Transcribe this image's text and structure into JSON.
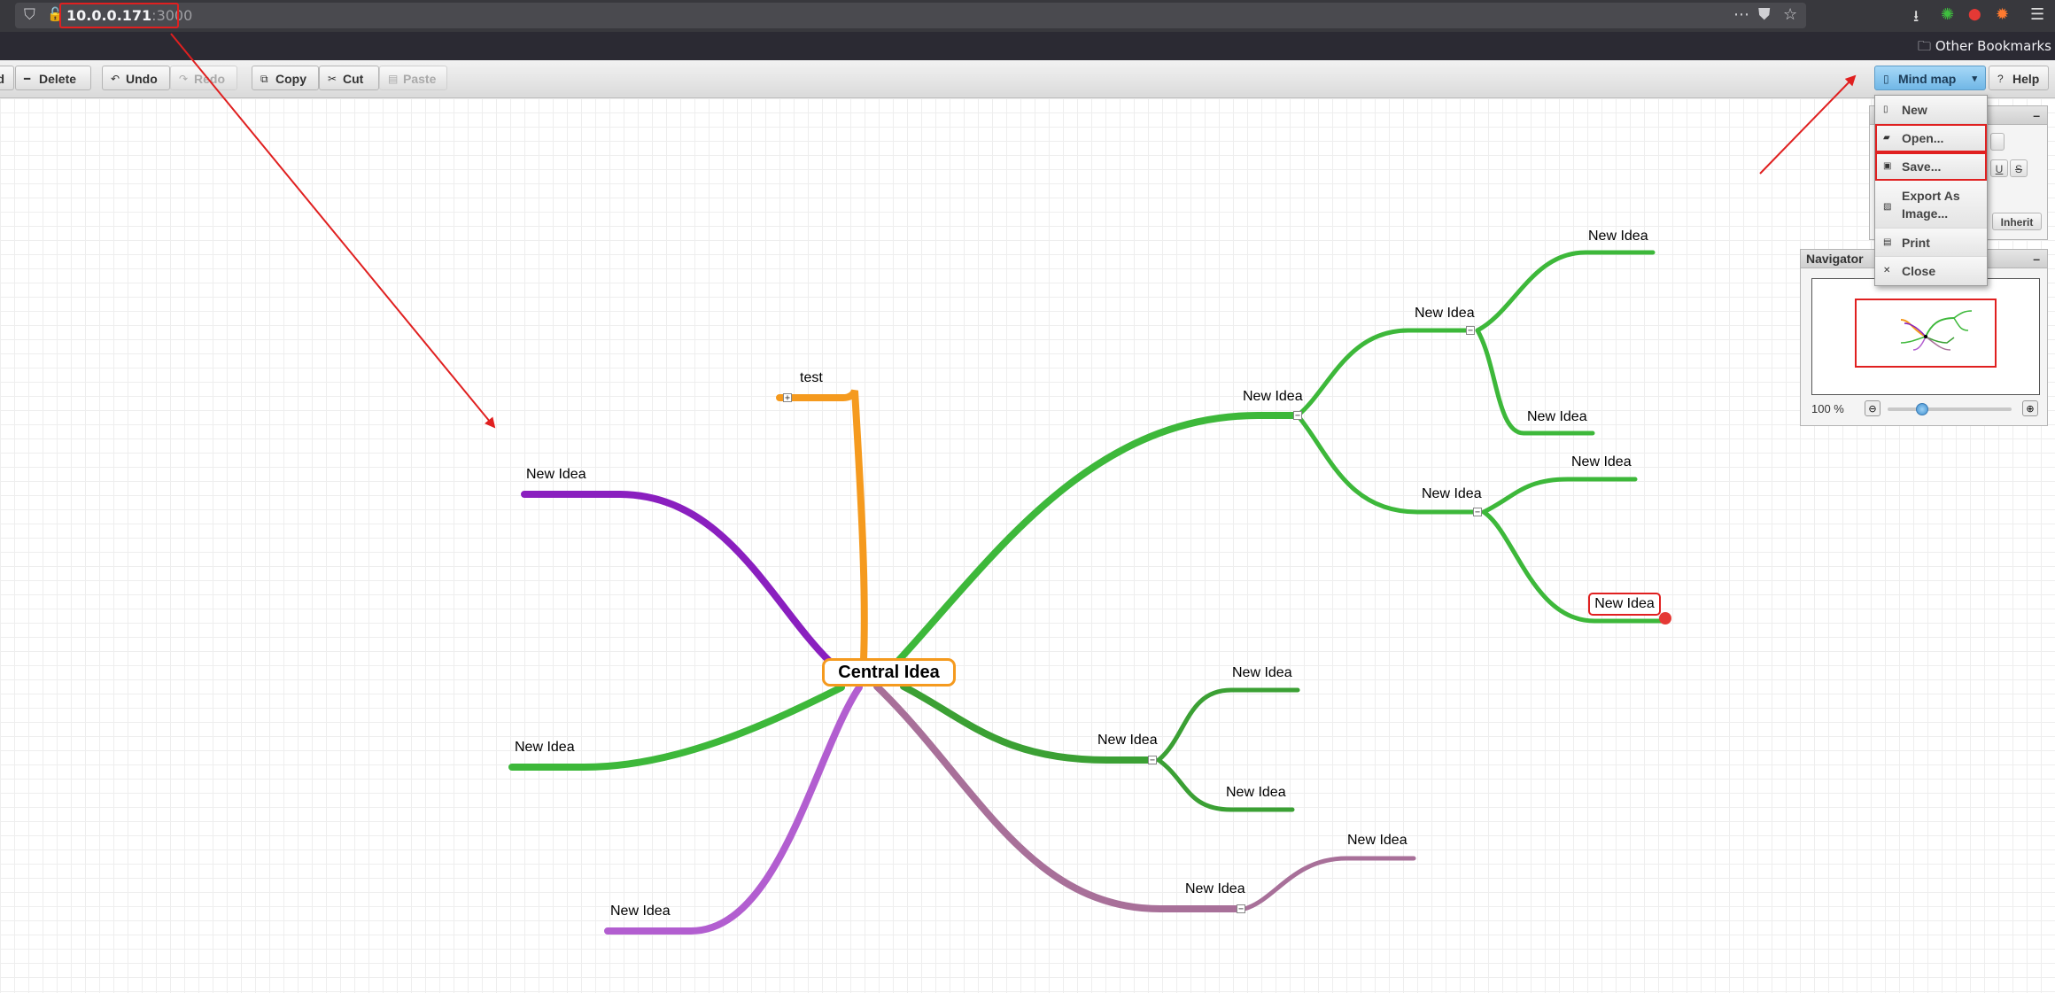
{
  "browser": {
    "url_host": "10.0.0.171",
    "url_port": ":3000",
    "bookmarks_label": "Other Bookmarks",
    "icons": [
      "shield-icon",
      "insecure-lock-icon",
      "more-icon",
      "pocket-icon",
      "star-icon",
      "download-icon",
      "extension-icon",
      "ublock-icon",
      "fox-icon",
      "hamburger-menu-icon",
      "folder-icon"
    ]
  },
  "toolbar": {
    "partial_label": "d",
    "delete": "Delete",
    "undo": "Undo",
    "redo": "Redo",
    "copy": "Copy",
    "cut": "Cut",
    "paste": "Paste",
    "mindmap": "Mind map",
    "help": "Help"
  },
  "menu": {
    "items": [
      {
        "label": "New",
        "icon": "new-doc-icon"
      },
      {
        "label": "Open...",
        "icon": "folder-open-icon",
        "highlighted": true
      },
      {
        "label": "Save...",
        "icon": "save-icon",
        "highlighted": true
      },
      {
        "label_line1": "Export As",
        "label_line2": "Image...",
        "icon": "image-icon"
      },
      {
        "label": "Print",
        "icon": "print-icon"
      },
      {
        "label": "Close",
        "icon": "close-icon"
      }
    ]
  },
  "style_panel": {
    "buttons": [
      "U",
      "S",
      "Inherit"
    ]
  },
  "navigator": {
    "title": "Navigator",
    "zoom_level": "100 %",
    "zoom_fraction": 0.25
  },
  "mindmap": {
    "central": "Central Idea",
    "nodes": {
      "test": "test",
      "purple_top": "New Idea",
      "green_left": "New Idea",
      "lilac_bottom": "New Idea",
      "right_main": "New Idea",
      "right_upper": "New Idea",
      "right_upper_a": "New Idea",
      "right_upper_b": "New Idea",
      "right_lower": "New Idea",
      "right_lower_a": "New Idea",
      "right_lower_b_selected": "New Idea",
      "mid_right": "New Idea",
      "mid_right_a": "New Idea",
      "mid_right_b": "New Idea",
      "mauve": "New Idea",
      "mauve_child": "New Idea"
    },
    "colors": {
      "central_border": "#f59a1e",
      "orange": "#f59a1e",
      "purple": "#8a1fbf",
      "green": "#3db83a",
      "lilac": "#b25ed0",
      "mauve": "#a87099",
      "selection": "#e02020"
    }
  }
}
